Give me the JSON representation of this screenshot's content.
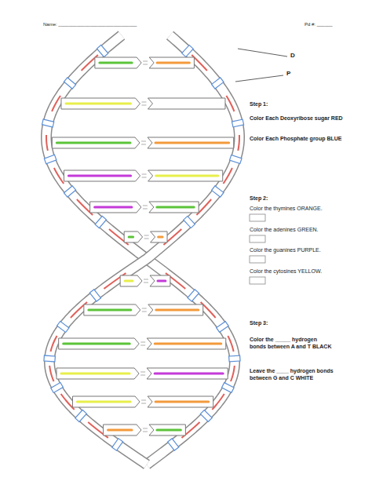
{
  "diagram": {
    "labels": [
      "Name: ______________________________",
      "Pd #: ______",
      "D",
      "P",
      "Step 1:",
      "Color Each Deoxyribose sugar RED",
      "Color Each Phosphate group BLUE",
      "Step 2:",
      "Color the thymines ORANGE.",
      "Color the adenines GREEN.",
      "Color the guanines PURPLE.",
      "Color the cytosines YELLOW.",
      "Step 3:",
      "Color the _____ hydrogen bonds between A and T BLACK",
      "Leave the ____ hydrogen bonds between G and C WHITE"
    ]
  }
}
